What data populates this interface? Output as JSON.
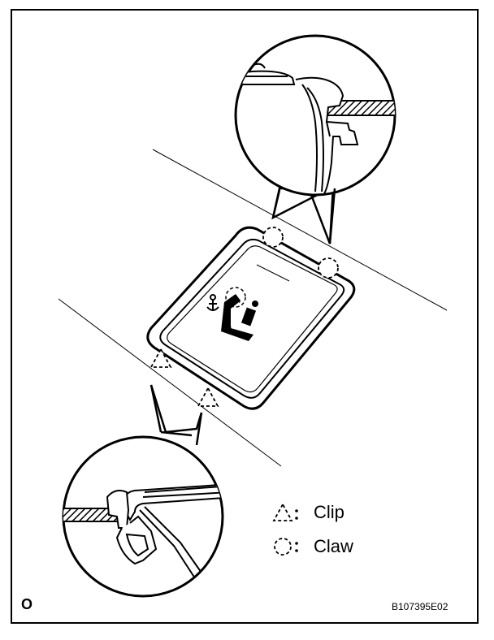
{
  "legend": {
    "clip": {
      "symbol": "dashed-triangle",
      "label": "Clip"
    },
    "claw": {
      "symbol": "dashed-circle",
      "label": "Claw"
    }
  },
  "corner_mark": "O",
  "reference_code": "B107395E02",
  "colors": {
    "line": "#000000",
    "background": "#ffffff",
    "hatch": "#000000"
  }
}
